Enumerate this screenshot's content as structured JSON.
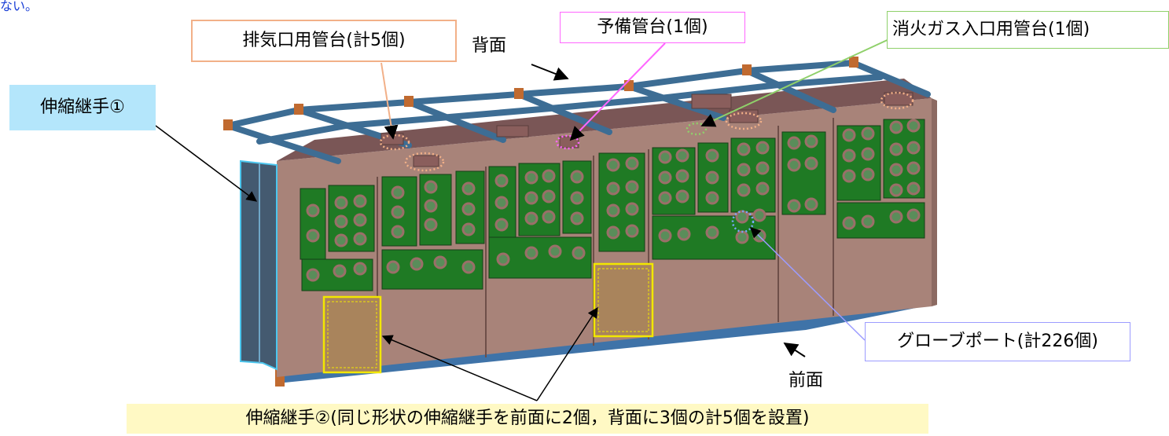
{
  "top_note": "ない。",
  "labels": {
    "exhaust": "排気口用管台(計5個)",
    "back": "背面",
    "spare": "予備管台(1個)",
    "fire_gas": "消火ガス入口用管台(1個)",
    "joint1": "伸縮継手①",
    "glove": "グローブポート(計226個)",
    "front": "前面",
    "joint2": "伸縮継手②(同じ形状の伸縮継手を前面に2個，背面に3個の計5個を設置)"
  },
  "colors": {
    "wall": "#a88379",
    "wall_dark": "#8c6a62",
    "roof": "#7a5656",
    "panel": "#1f7a24",
    "frame": "#3d6d94",
    "base": "#3f73a8",
    "joint": "#445a70",
    "orange": "#f2b088",
    "pink": "#ff66ff",
    "green": "#8fd06a",
    "blue_callout": "#b4e6fb",
    "lavender": "#9c9cff",
    "yellow": "#fff9c4",
    "yellow_line": "#f2e700"
  }
}
